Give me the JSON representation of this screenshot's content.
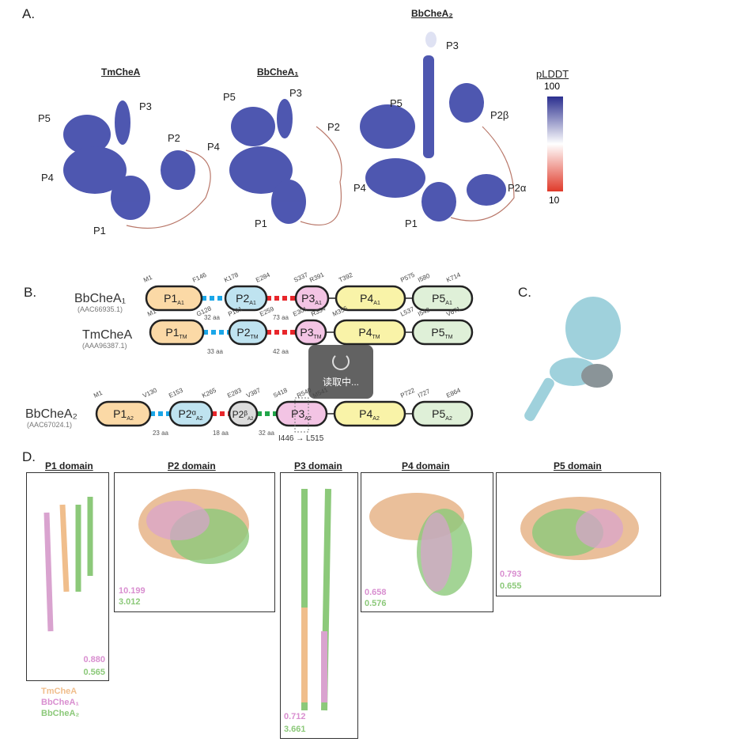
{
  "panel_a": {
    "label": "A.",
    "structures": [
      {
        "title": "TmCheA",
        "domains": [
          "P5",
          "P3",
          "P2",
          "P4",
          "P1"
        ]
      },
      {
        "title": "BbCheA₁",
        "domains": [
          "P5",
          "P3",
          "P2",
          "P4",
          "P1"
        ]
      },
      {
        "title": "BbCheA₂",
        "domains": [
          "P3",
          "P5",
          "P2β",
          "P4",
          "P2α",
          "P1"
        ]
      }
    ],
    "colorbar": {
      "title": "pLDDT",
      "max": "100",
      "min": "10",
      "colors": [
        "#2b2f8f",
        "#ffffff",
        "#e03a2a"
      ]
    }
  },
  "panel_b": {
    "label": "B.",
    "rows": [
      {
        "name": "BbCheA₁",
        "accession": "(AAC66935.1)",
        "residues": [
          "M1",
          "F146",
          "K178",
          "E284",
          "S337",
          "R391",
          "T392",
          "P575",
          "I580",
          "K714"
        ],
        "domains": [
          {
            "n": "P1",
            "s": "A1"
          },
          {
            "n": "P2",
            "s": "A1"
          },
          {
            "n": "P3",
            "s": "A1"
          },
          {
            "n": "P4",
            "s": "A1"
          },
          {
            "n": "P5",
            "s": "A1"
          }
        ],
        "linkers": [
          "32 aa",
          "73 aa"
        ]
      },
      {
        "name": "TmCheA",
        "accession": "(AAA96387.1)",
        "residues": [
          "M1",
          "G128",
          "P161",
          "E259",
          "E301",
          "R354",
          "M355",
          "L537",
          "I543",
          "V671"
        ],
        "domains": [
          {
            "n": "P1",
            "s": "TM"
          },
          {
            "n": "P2",
            "s": "TM"
          },
          {
            "n": "P3",
            "s": "TM"
          },
          {
            "n": "P4",
            "s": "TM"
          },
          {
            "n": "P5",
            "s": "TM"
          }
        ],
        "linkers": [
          "33 aa",
          "42 aa"
        ]
      },
      {
        "name": "BbCheA₂",
        "accession": "(AAC67024.1)",
        "residues": [
          "M1",
          "V130",
          "E153",
          "K265",
          "E283",
          "V387",
          "S418",
          "R540",
          "M541",
          "P722",
          "I727",
          "E864"
        ],
        "domains": [
          {
            "n": "P1",
            "s": "A2"
          },
          {
            "n": "P2ᵅ",
            "s": "A2"
          },
          {
            "n": "P2ᵝ",
            "s": "A2"
          },
          {
            "n": "P3",
            "s": "A2"
          },
          {
            "n": "P4",
            "s": "A2"
          },
          {
            "n": "P5",
            "s": "A2"
          }
        ],
        "linkers": [
          "23 aa",
          "18 aa",
          "32 aa"
        ],
        "deletion": "I446 → L515"
      }
    ],
    "colors": {
      "P1": "#fbd9a6",
      "P2": "#bfe3f0",
      "P2b": "#dcdcdc",
      "P3": "#f3c4e4",
      "P4": "#f9f3a8",
      "P5": "#dff0d8",
      "link_blue": "#1aa6e8",
      "link_red": "#e8262b",
      "link_green": "#21a64a"
    }
  },
  "loading_overlay": {
    "text": "读取中..."
  },
  "panel_c": {
    "label": "C."
  },
  "panel_d": {
    "label": "D.",
    "domains": [
      {
        "title": "P1 domain",
        "values": [
          "0.880",
          "0.565"
        ]
      },
      {
        "title": "P2 domain",
        "values": [
          "10.199",
          "3.012"
        ]
      },
      {
        "title": "P3 domain",
        "values": [
          "0.712",
          "3.661"
        ]
      },
      {
        "title": "P4 domain",
        "values": [
          "0.658",
          "0.576"
        ]
      },
      {
        "title": "P5 domain",
        "values": [
          "0.793",
          "0.655"
        ]
      }
    ],
    "legend": [
      "TmCheA",
      "BbCheA₁",
      "BbCheA₂"
    ],
    "legend_colors": [
      "#f0be8c",
      "#d98fd0",
      "#8cc97a"
    ]
  }
}
